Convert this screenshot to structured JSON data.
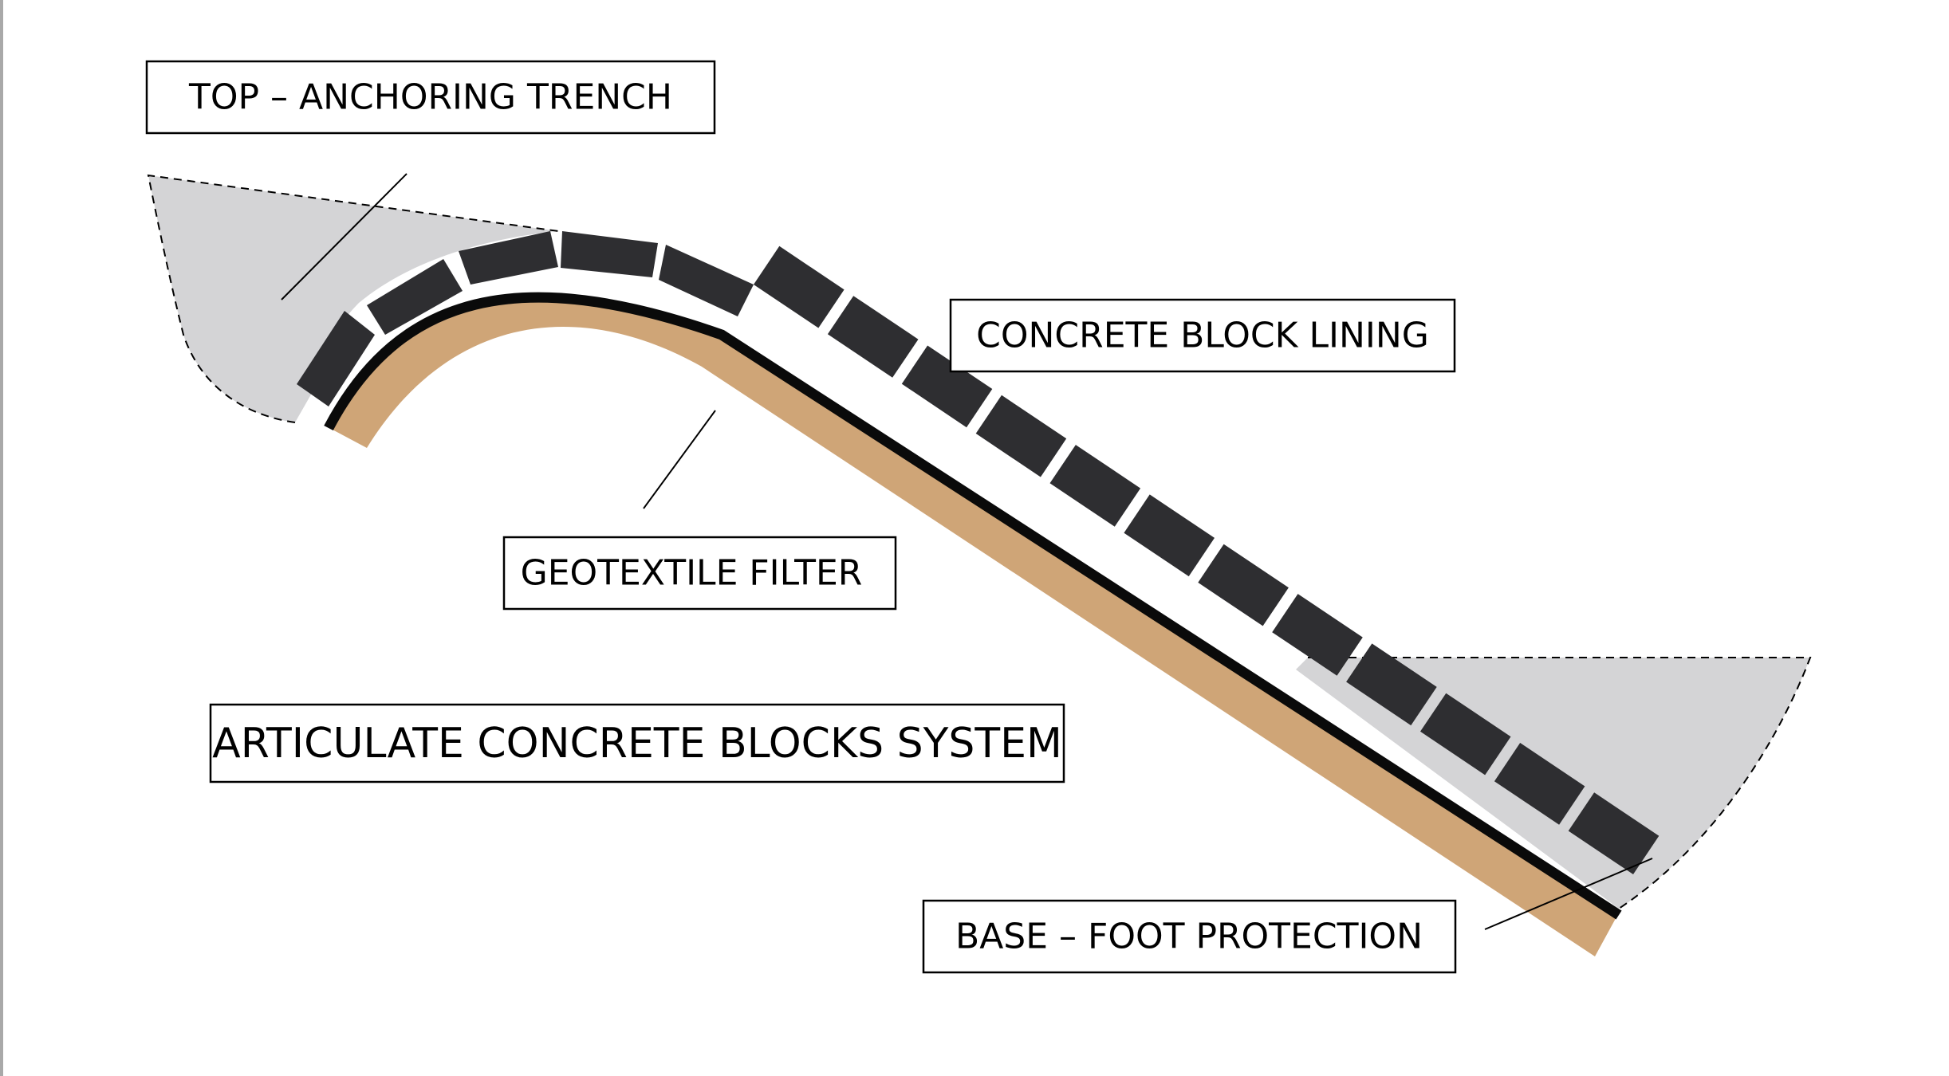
{
  "labels": {
    "top_anchoring_trench": "TOP – ANCHORING TRENCH",
    "concrete_block_lining": "CONCRETE BLOCK LINING",
    "geotextile_filter": "GEOTEXTILE FILTER",
    "system_title": "ARTICULATE CONCRETE BLOCKS SYSTEM",
    "base_foot_protection": "BASE – FOOT PROTECTION"
  },
  "colors": {
    "soil": "#cfa577",
    "geotextile": "#0a0a0a",
    "concrete_block": "#2e2e31",
    "fill_zone": "#d4d4d6",
    "outline": "#000000",
    "page_edge": "#a9a9a9"
  }
}
